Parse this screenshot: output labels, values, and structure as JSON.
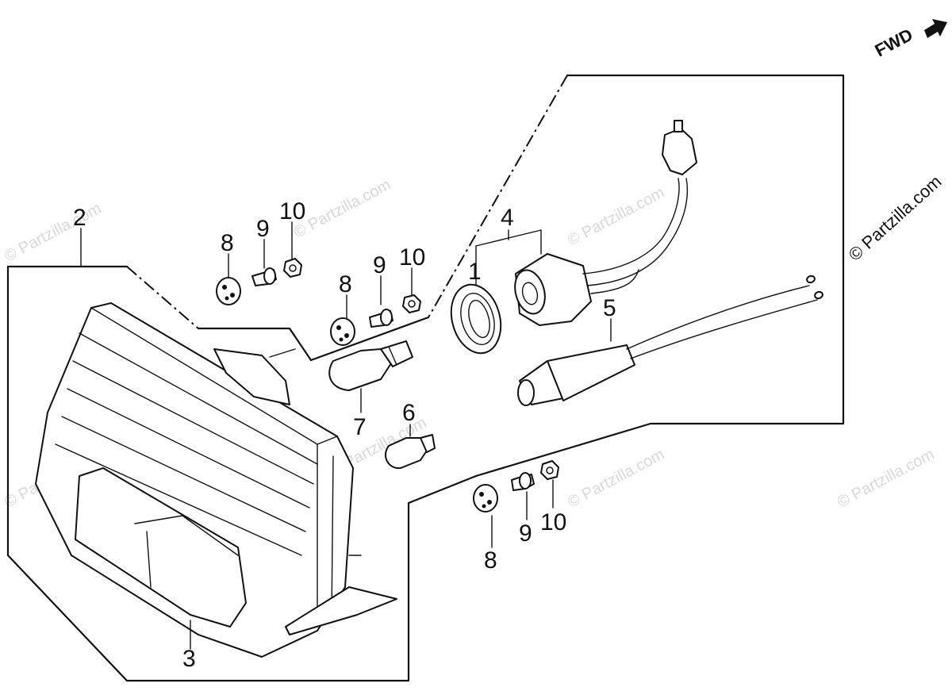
{
  "direction_label": "FWD",
  "watermark": "© Partzilla.com",
  "callouts": {
    "c1": "1",
    "c2": "2",
    "c3": "3",
    "c4": "4",
    "c5": "5",
    "c6": "6",
    "c7": "7",
    "c8a": "8",
    "c8b": "8",
    "c8c": "8",
    "c9a": "9",
    "c9b": "9",
    "c9c": "9",
    "c10a": "10",
    "c10b": "10",
    "c10c": "10"
  },
  "colors": {
    "ink": "#111111",
    "watermark": "#d8d8d8",
    "background": "#ffffff"
  }
}
